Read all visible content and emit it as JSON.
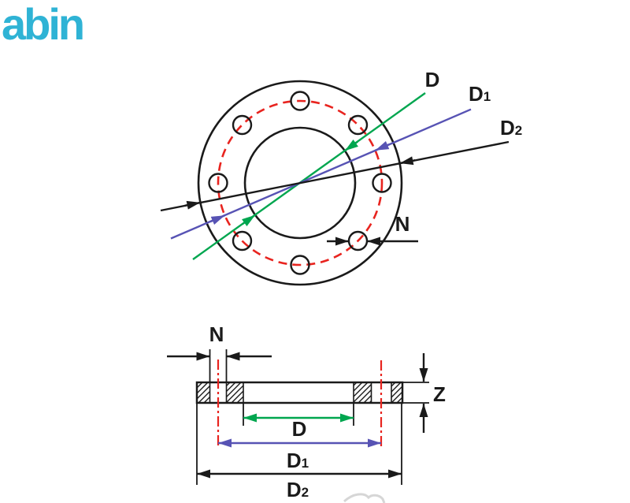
{
  "logo": {
    "text": "abin",
    "color": "#2fb3d5"
  },
  "colors": {
    "line_black": "#1a1a1a",
    "bolt_circle_red": "#e8241f",
    "dim_green": "#00a64f",
    "dim_blue": "#5753b4"
  },
  "top_view": {
    "label_d": "D",
    "label_d1_base": "D",
    "label_d1_sub": "1",
    "label_d2_base": "D",
    "label_d2_sub": "2",
    "label_n": "N"
  },
  "section_view": {
    "label_n": "N",
    "label_d": "D",
    "label_d1_base": "D",
    "label_d1_sub": "1",
    "label_d2_base": "D",
    "label_d2_sub": "2",
    "label_z": "Z"
  }
}
